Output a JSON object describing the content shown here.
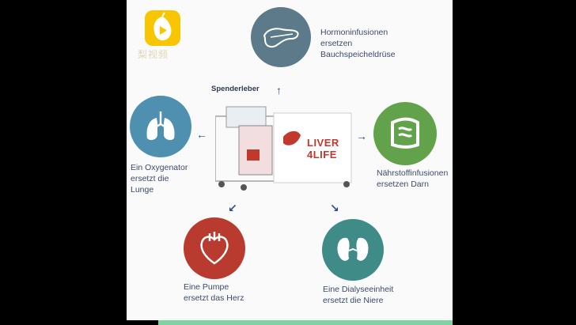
{
  "watermark": {
    "logo_icon": "pear-video-logo-icon",
    "text": "梨视频"
  },
  "center": {
    "donor_label": "Spenderleber",
    "brand_line1": "LIVER",
    "brand_line2": "4LIFE",
    "brand_color": "#c0392b"
  },
  "organs": [
    {
      "id": "pancreas",
      "icon": "pancreas-icon",
      "color": "#5d7a8a",
      "text": "Hormoninfusionen\nersetzen\nBauchspeicheldrüse"
    },
    {
      "id": "lungs",
      "icon": "lungs-icon",
      "color": "#4f8fb0",
      "text": "Ein Oxygenator\nersetzt die\nLunge"
    },
    {
      "id": "intestine",
      "icon": "intestine-icon",
      "color": "#62a24a",
      "text": "Nährstoffinfusionen\nersetzen Darn"
    },
    {
      "id": "heart",
      "icon": "heart-icon",
      "color": "#b93a2e",
      "text": "Eine Pumpe\nersetzt das Herz"
    },
    {
      "id": "kidney",
      "icon": "kidney-icon",
      "color": "#3e8b87",
      "text": "Eine Dialyseeinheit\nersetzt die Niere"
    }
  ]
}
